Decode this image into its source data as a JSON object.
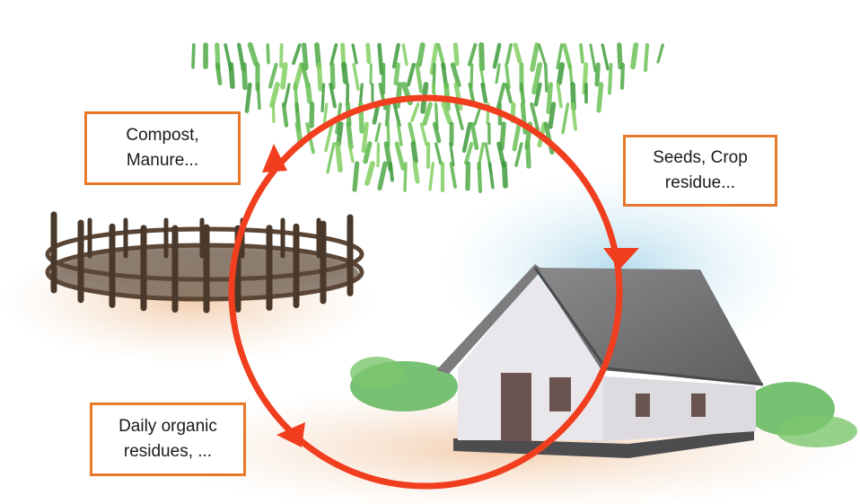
{
  "labels": {
    "compost": {
      "line1": "Compost,",
      "line2": "Manure..."
    },
    "seeds": {
      "line1": "Seeds, Crop",
      "line2": "residue..."
    },
    "daily": {
      "line1": "Daily organic",
      "line2": "residues, ..."
    }
  },
  "colors": {
    "cycle_arrow": "#F03E1E",
    "label_border": "#E8792B",
    "crop_green": "#5CB84A",
    "fence_brown": "#5B4636",
    "barn_roof": "#6E6E70",
    "barn_wall": "#E9E6EA",
    "ground": "#F2D2B8",
    "sky_wash": "#BFE0EE"
  },
  "icons": [
    "crop-field",
    "livestock-enclosure",
    "farmhouse",
    "cycle-arrow"
  ]
}
